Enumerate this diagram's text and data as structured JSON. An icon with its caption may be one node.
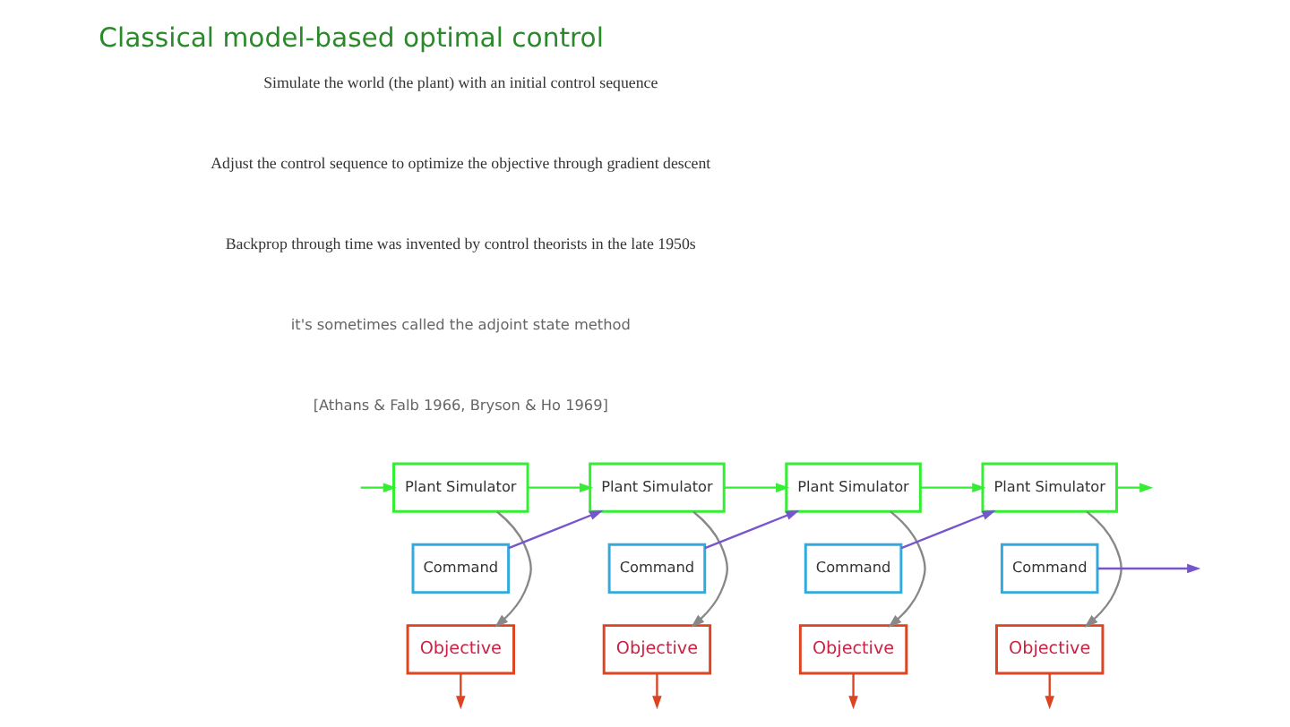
{
  "diagram": {
    "title": "Classical model-based optimal control",
    "nodes": [
      {
        "text": [
          "Plant Simulator"
        ]
      },
      {
        "text": [
          "Plant Simulator"
        ]
      },
      {
        "text": [
          "Plant Simulator"
        ]
      },
      {
        "text": [
          "Plant Simulator"
        ]
      },
      {
        "text": [
          "Command"
        ]
      },
      {
        "text": [
          "Command"
        ]
      },
      {
        "text": [
          "Command"
        ]
      },
      {
        "text": [
          "Command"
        ]
      },
      {
        "text": [
          "Objective"
        ]
      },
      {
        "text": [
          "Objective"
        ]
      },
      {
        "text": [
          "Objective"
        ]
      },
      {
        "text": [
          "Objective"
        ]
      }
    ],
    "edges": [
      {
        "from": null,
        "to": 0,
        "arrow": "to",
        "color": "#33ee33"
      },
      {
        "from": 0,
        "to": 1,
        "arrow": "to",
        "color": "#33ee33"
      },
      {
        "from": 1,
        "to": 2,
        "arrow": "to",
        "color": "#33ee33"
      },
      {
        "from": 2,
        "to": 3,
        "arrow": "to",
        "color": "#33ee33"
      },
      {
        "from": 3,
        "to": null,
        "arrow": "to",
        "color": "#33ee33"
      },
      {
        "from": 4,
        "to": 1,
        "arrow": "to",
        "color": "#7755cc"
      },
      {
        "from": 5,
        "to": 2,
        "arrow": "to",
        "color": "#7755cc"
      },
      {
        "from": 6,
        "to": 3,
        "arrow": "to",
        "color": "#7755cc"
      },
      {
        "from": 7,
        "to": null,
        "arrow": "to",
        "color": "#7755cc"
      },
      {
        "from": 0,
        "to": 8,
        "arrow": "to",
        "color": "#888888"
      },
      {
        "from": 1,
        "to": 9,
        "arrow": "to",
        "color": "#888888"
      },
      {
        "from": 2,
        "to": 10,
        "arrow": "to",
        "color": "#888888"
      },
      {
        "from": 3,
        "to": 11,
        "arrow": "to",
        "color": "#888888"
      },
      {
        "from": 8,
        "to": null,
        "arrow": "to",
        "color": "#dd4422"
      },
      {
        "from": 9,
        "to": null,
        "arrow": "to",
        "color": "#dd4422"
      },
      {
        "from": 10,
        "to": null,
        "arrow": "to",
        "color": "#dd4422"
      },
      {
        "from": 11,
        "to": null,
        "arrow": "to",
        "color": "#dd4422"
      }
    ],
    "labels": [
      "Simulate the world (the plant) with an initial control sequence",
      "Adjust the control sequence to optimize the objective through gradient descent",
      "Backprop through time was invented by control theorists in the late 1950s",
      "it's sometimes called the adjoint state method",
      "[Athans & Falb 1966, Bryson & Ho 1969]"
    ]
  }
}
